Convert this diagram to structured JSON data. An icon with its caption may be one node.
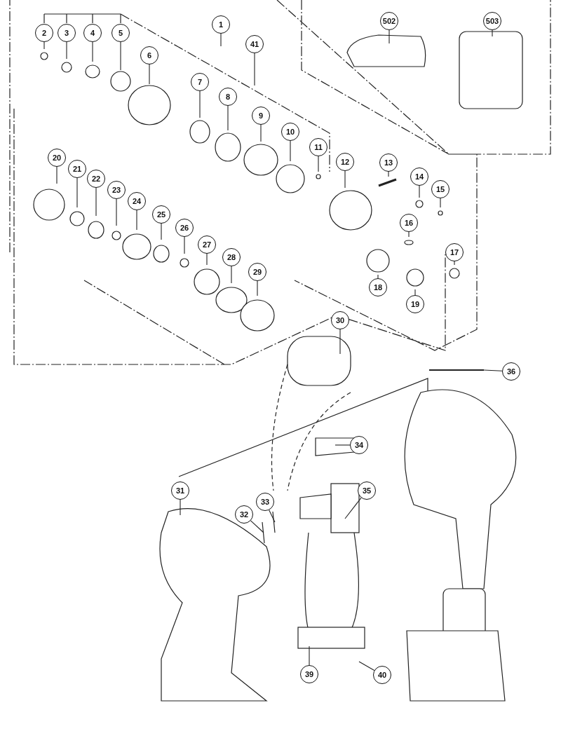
{
  "diagram": {
    "nodes": [
      {
        "text": [
          "2"
        ]
      },
      {
        "text": [
          "3"
        ]
      },
      {
        "text": [
          "4"
        ]
      },
      {
        "text": [
          "5"
        ]
      },
      {
        "text": [
          "1"
        ]
      },
      {
        "text": [
          "41"
        ]
      },
      {
        "text": [
          "502"
        ]
      },
      {
        "text": [
          "503"
        ]
      },
      {
        "text": [
          "6"
        ]
      },
      {
        "text": [
          "7"
        ]
      },
      {
        "text": [
          "8"
        ]
      },
      {
        "text": [
          "9"
        ]
      },
      {
        "text": [
          "10"
        ]
      },
      {
        "text": [
          "11"
        ]
      },
      {
        "text": [
          "12"
        ]
      },
      {
        "text": [
          "13"
        ]
      },
      {
        "text": [
          "14"
        ]
      },
      {
        "text": [
          "15"
        ]
      },
      {
        "text": [
          "20"
        ]
      },
      {
        "text": [
          "21"
        ]
      },
      {
        "text": [
          "22"
        ]
      },
      {
        "text": [
          "23"
        ]
      },
      {
        "text": [
          "24"
        ]
      },
      {
        "text": [
          "25"
        ]
      },
      {
        "text": [
          "16"
        ]
      },
      {
        "text": [
          "26"
        ]
      },
      {
        "text": [
          "27"
        ]
      },
      {
        "text": [
          "17"
        ]
      },
      {
        "text": [
          "28"
        ]
      },
      {
        "text": [
          "29"
        ]
      },
      {
        "text": [
          "18"
        ]
      },
      {
        "text": [
          "19"
        ]
      },
      {
        "text": [
          "30"
        ]
      },
      {
        "text": [
          "36"
        ]
      },
      {
        "text": [
          "34"
        ]
      },
      {
        "text": [
          "31"
        ]
      },
      {
        "text": [
          "35"
        ]
      },
      {
        "text": [
          "33"
        ]
      },
      {
        "text": [
          "32"
        ]
      },
      {
        "text": [
          "39"
        ]
      },
      {
        "text": [
          "40"
        ]
      }
    ],
    "edges": [
      {
        "from": 0,
        "to": null,
        "arrow": "none"
      },
      {
        "from": 1,
        "to": null,
        "arrow": "none"
      },
      {
        "from": 2,
        "to": null,
        "arrow": "none"
      },
      {
        "from": 3,
        "to": null,
        "arrow": "none"
      },
      {
        "from": 4,
        "to": null,
        "arrow": "none"
      },
      {
        "from": 5,
        "to": null,
        "arrow": "none"
      },
      {
        "from": 6,
        "to": null,
        "arrow": "none"
      },
      {
        "from": 7,
        "to": null,
        "arrow": "none"
      },
      {
        "from": 8,
        "to": null,
        "arrow": "none"
      },
      {
        "from": 9,
        "to": null,
        "arrow": "none"
      },
      {
        "from": 10,
        "to": null,
        "arrow": "none"
      },
      {
        "from": 11,
        "to": null,
        "arrow": "none"
      },
      {
        "from": 12,
        "to": null,
        "arrow": "none"
      },
      {
        "from": 13,
        "to": null,
        "arrow": "none"
      },
      {
        "from": 14,
        "to": null,
        "arrow": "none"
      },
      {
        "from": 15,
        "to": null,
        "arrow": "none"
      },
      {
        "from": 16,
        "to": null,
        "arrow": "none"
      },
      {
        "from": 17,
        "to": null,
        "arrow": "none"
      },
      {
        "from": 18,
        "to": null,
        "arrow": "none"
      },
      {
        "from": 19,
        "to": null,
        "arrow": "none"
      },
      {
        "from": 20,
        "to": null,
        "arrow": "none"
      },
      {
        "from": 21,
        "to": null,
        "arrow": "none"
      },
      {
        "from": 22,
        "to": null,
        "arrow": "none"
      },
      {
        "from": 23,
        "to": null,
        "arrow": "none"
      },
      {
        "from": 24,
        "to": null,
        "arrow": "none"
      },
      {
        "from": 25,
        "to": null,
        "arrow": "none"
      },
      {
        "from": 26,
        "to": null,
        "arrow": "none"
      },
      {
        "from": 27,
        "to": null,
        "arrow": "none"
      },
      {
        "from": 28,
        "to": null,
        "arrow": "none"
      },
      {
        "from": 29,
        "to": null,
        "arrow": "none"
      },
      {
        "from": 30,
        "to": null,
        "arrow": "none"
      },
      {
        "from": 31,
        "to": null,
        "arrow": "none"
      },
      {
        "from": 32,
        "to": null,
        "arrow": "none"
      },
      {
        "from": 33,
        "to": null,
        "arrow": "none"
      },
      {
        "from": 34,
        "to": null,
        "arrow": "none"
      },
      {
        "from": 35,
        "to": null,
        "arrow": "none"
      },
      {
        "from": 36,
        "to": null,
        "arrow": "none"
      },
      {
        "from": 37,
        "to": null,
        "arrow": "none"
      },
      {
        "from": 38,
        "to": null,
        "arrow": "none"
      },
      {
        "from": 39,
        "to": null,
        "arrow": "none"
      },
      {
        "from": 40,
        "to": null,
        "arrow": "none"
      }
    ]
  }
}
